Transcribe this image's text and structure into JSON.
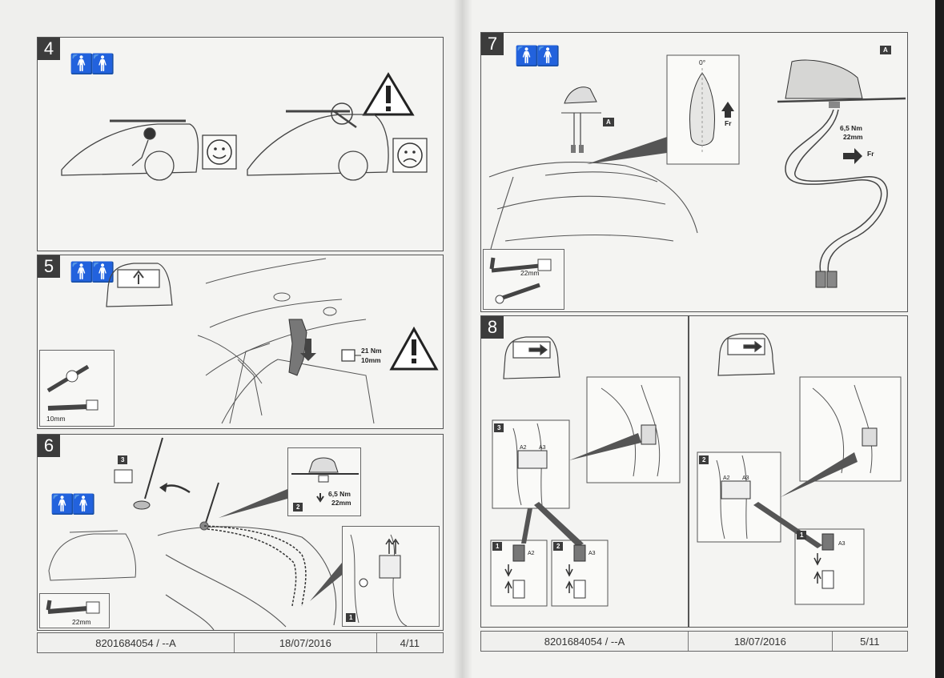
{
  "left_page": {
    "step4": {
      "number": "4"
    },
    "step5": {
      "number": "5",
      "torque": "21 Nm",
      "socket": "10mm",
      "tool_size": "10mm"
    },
    "step6": {
      "number": "6",
      "sub1": "1",
      "sub2": "2",
      "sub3": "3",
      "torque": "6,5 Nm",
      "socket": "22mm",
      "tool_size": "22mm"
    },
    "footer": {
      "doc_ref": "8201684054 / --A",
      "date": "18/07/2016",
      "page": "4/11"
    }
  },
  "right_page": {
    "step7": {
      "number": "7",
      "tag_a": "A",
      "tag_a2": "A",
      "angle": "0°",
      "dir_fr": "Fr",
      "torque": "6,5 Nm",
      "socket": "22mm",
      "dir_fr2": "Fr",
      "tool_size": "22mm"
    },
    "step8": {
      "number": "8",
      "left": {
        "sub3": "3",
        "sub1": "1",
        "sub2": "2",
        "c_a2": "A2",
        "c_a3": "A3",
        "plug1": "A2",
        "plug2": "A3"
      },
      "right": {
        "sub2": "2",
        "sub1": "1",
        "c_a2": "A2",
        "c_a3": "A3",
        "plug1": "A3"
      }
    },
    "footer": {
      "doc_ref": "8201684054 / --A",
      "date": "18/07/2016",
      "page": "5/11"
    }
  }
}
